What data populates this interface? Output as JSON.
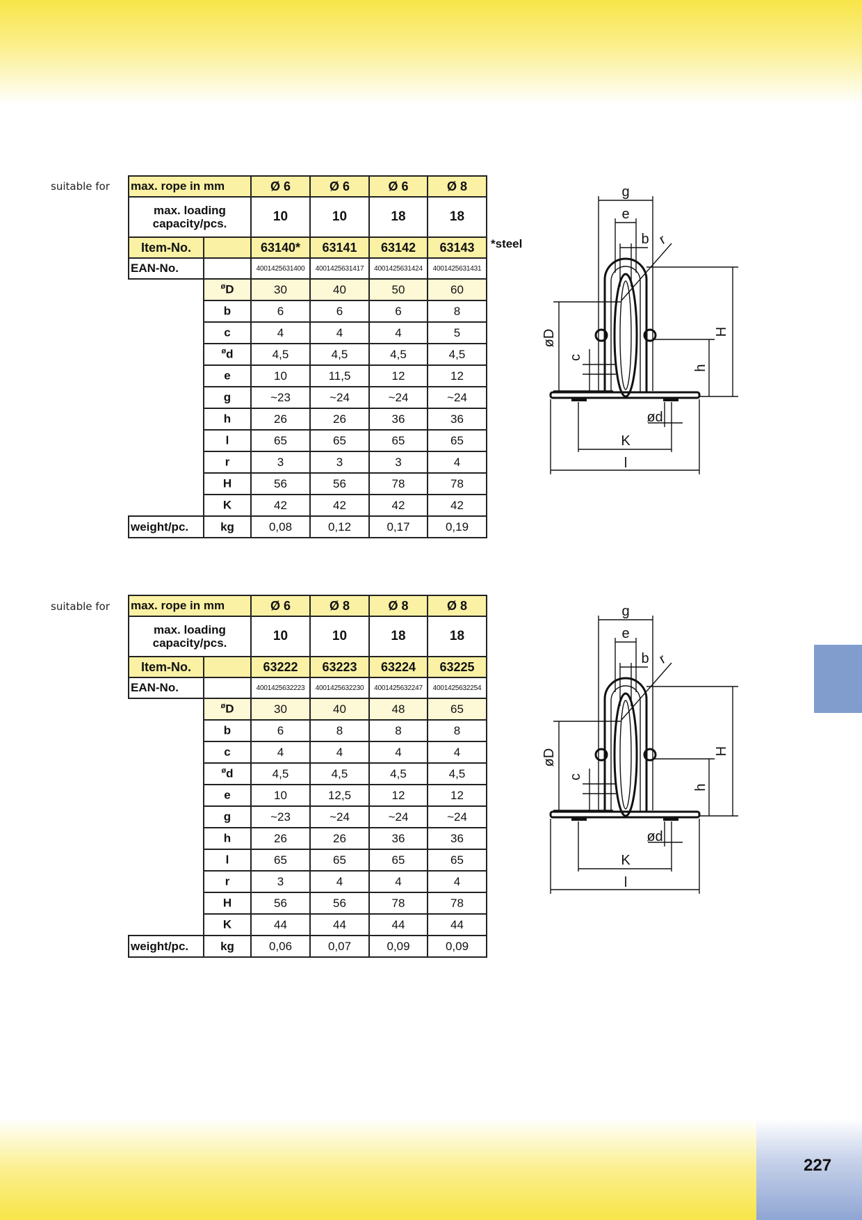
{
  "page_number": "227",
  "steel_note": "*steel",
  "tables": [
    {
      "suitable_for": "suitable for",
      "header_label": "max. rope in mm",
      "ropes": [
        "Ø 6",
        "Ø 6",
        "Ø 6",
        "Ø 8"
      ],
      "capacity_label": "max. loading capacity/pcs.",
      "capacities": [
        "10",
        "10",
        "18",
        "18"
      ],
      "item_label": "Item-No.",
      "items": [
        "63140*",
        "63141",
        "63142",
        "63143"
      ],
      "ean_label": "EAN-No.",
      "eans": [
        "4001425631400",
        "4001425631417",
        "4001425631424",
        "4001425631431"
      ],
      "rows": [
        {
          "dia": "ø",
          "name": "D",
          "values": [
            "30",
            "40",
            "50",
            "60"
          ]
        },
        {
          "dia": "",
          "name": "b",
          "values": [
            "6",
            "6",
            "6",
            "8"
          ]
        },
        {
          "dia": "",
          "name": "c",
          "values": [
            "4",
            "4",
            "4",
            "5"
          ]
        },
        {
          "dia": "ø",
          "name": "d",
          "values": [
            "4,5",
            "4,5",
            "4,5",
            "4,5"
          ]
        },
        {
          "dia": "",
          "name": "e",
          "values": [
            "10",
            "11,5",
            "12",
            "12"
          ]
        },
        {
          "dia": "",
          "name": "g",
          "values": [
            "~23",
            "~24",
            "~24",
            "~24"
          ]
        },
        {
          "dia": "",
          "name": "h",
          "values": [
            "26",
            "26",
            "36",
            "36"
          ]
        },
        {
          "dia": "",
          "name": "l",
          "values": [
            "65",
            "65",
            "65",
            "65"
          ]
        },
        {
          "dia": "",
          "name": "r",
          "values": [
            "3",
            "3",
            "3",
            "4"
          ]
        },
        {
          "dia": "",
          "name": "H",
          "values": [
            "56",
            "56",
            "78",
            "78"
          ]
        },
        {
          "dia": "",
          "name": "K",
          "values": [
            "42",
            "42",
            "42",
            "42"
          ]
        }
      ],
      "weight_label": "weight/pc.",
      "weight_unit": "kg",
      "weights": [
        "0,08",
        "0,12",
        "0,17",
        "0,19"
      ]
    },
    {
      "suitable_for": "suitable for",
      "header_label": "max. rope in mm",
      "ropes": [
        "Ø 6",
        "Ø 8",
        "Ø 8",
        "Ø 8"
      ],
      "capacity_label": "max. loading capacity/pcs.",
      "capacities": [
        "10",
        "10",
        "18",
        "18"
      ],
      "item_label": "Item-No.",
      "items": [
        "63222",
        "63223",
        "63224",
        "63225"
      ],
      "ean_label": "EAN-No.",
      "eans": [
        "4001425632223",
        "4001425632230",
        "4001425632247",
        "4001425632254"
      ],
      "rows": [
        {
          "dia": "ø",
          "name": "D",
          "values": [
            "30",
            "40",
            "48",
            "65"
          ]
        },
        {
          "dia": "",
          "name": "b",
          "values": [
            "6",
            "8",
            "8",
            "8"
          ]
        },
        {
          "dia": "",
          "name": "c",
          "values": [
            "4",
            "4",
            "4",
            "4"
          ]
        },
        {
          "dia": "ø",
          "name": "d",
          "values": [
            "4,5",
            "4,5",
            "4,5",
            "4,5"
          ]
        },
        {
          "dia": "",
          "name": "e",
          "values": [
            "10",
            "12,5",
            "12",
            "12"
          ]
        },
        {
          "dia": "",
          "name": "g",
          "values": [
            "~23",
            "~24",
            "~24",
            "~24"
          ]
        },
        {
          "dia": "",
          "name": "h",
          "values": [
            "26",
            "26",
            "36",
            "36"
          ]
        },
        {
          "dia": "",
          "name": "l",
          "values": [
            "65",
            "65",
            "65",
            "65"
          ]
        },
        {
          "dia": "",
          "name": "r",
          "values": [
            "3",
            "4",
            "4",
            "4"
          ]
        },
        {
          "dia": "",
          "name": "H",
          "values": [
            "56",
            "56",
            "78",
            "78"
          ]
        },
        {
          "dia": "",
          "name": "K",
          "values": [
            "44",
            "44",
            "44",
            "44"
          ]
        }
      ],
      "weight_label": "weight/pc.",
      "weight_unit": "kg",
      "weights": [
        "0,06",
        "0,07",
        "0,09",
        "0,09"
      ]
    }
  ],
  "drawing_labels": {
    "g": "g",
    "e": "e",
    "b": "b",
    "r": "r",
    "D": "øD",
    "c": "c",
    "H": "H",
    "h": "h",
    "d": "ød",
    "K": "K",
    "l": "l"
  },
  "colors": {
    "band_yellow": "#f8e548",
    "highlight": "#faf1a4",
    "tab_blue": "#819dce"
  }
}
